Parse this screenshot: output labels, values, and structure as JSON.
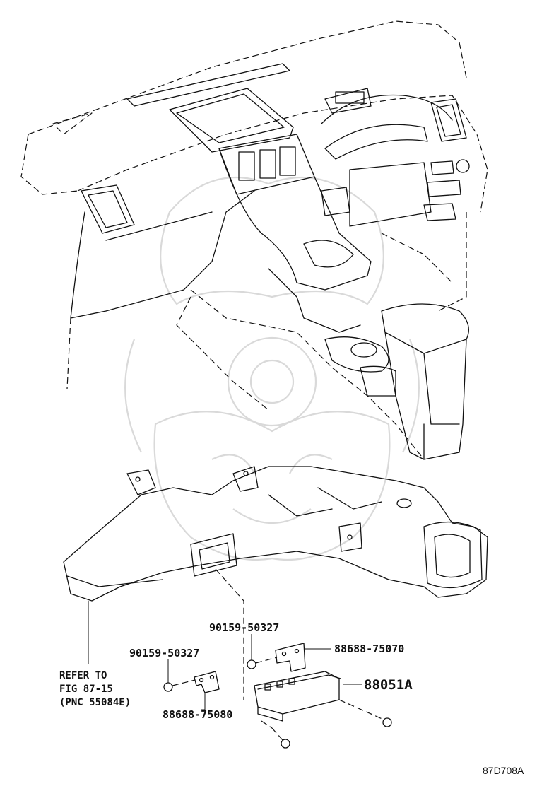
{
  "labels": {
    "bolt_upper": "90159-50327",
    "bolt_left": "90159-50327",
    "bracket_upper": "88688-75070",
    "bracket_lower": "88688-75080",
    "main_part": "88051A",
    "refer_line1": "REFER TO",
    "refer_line2": "FIG 87-15",
    "refer_line3": "(PNC 55084E)",
    "diagram_code": "87D708A"
  },
  "icons": {
    "watermark": "samurai-mask-watermark"
  }
}
